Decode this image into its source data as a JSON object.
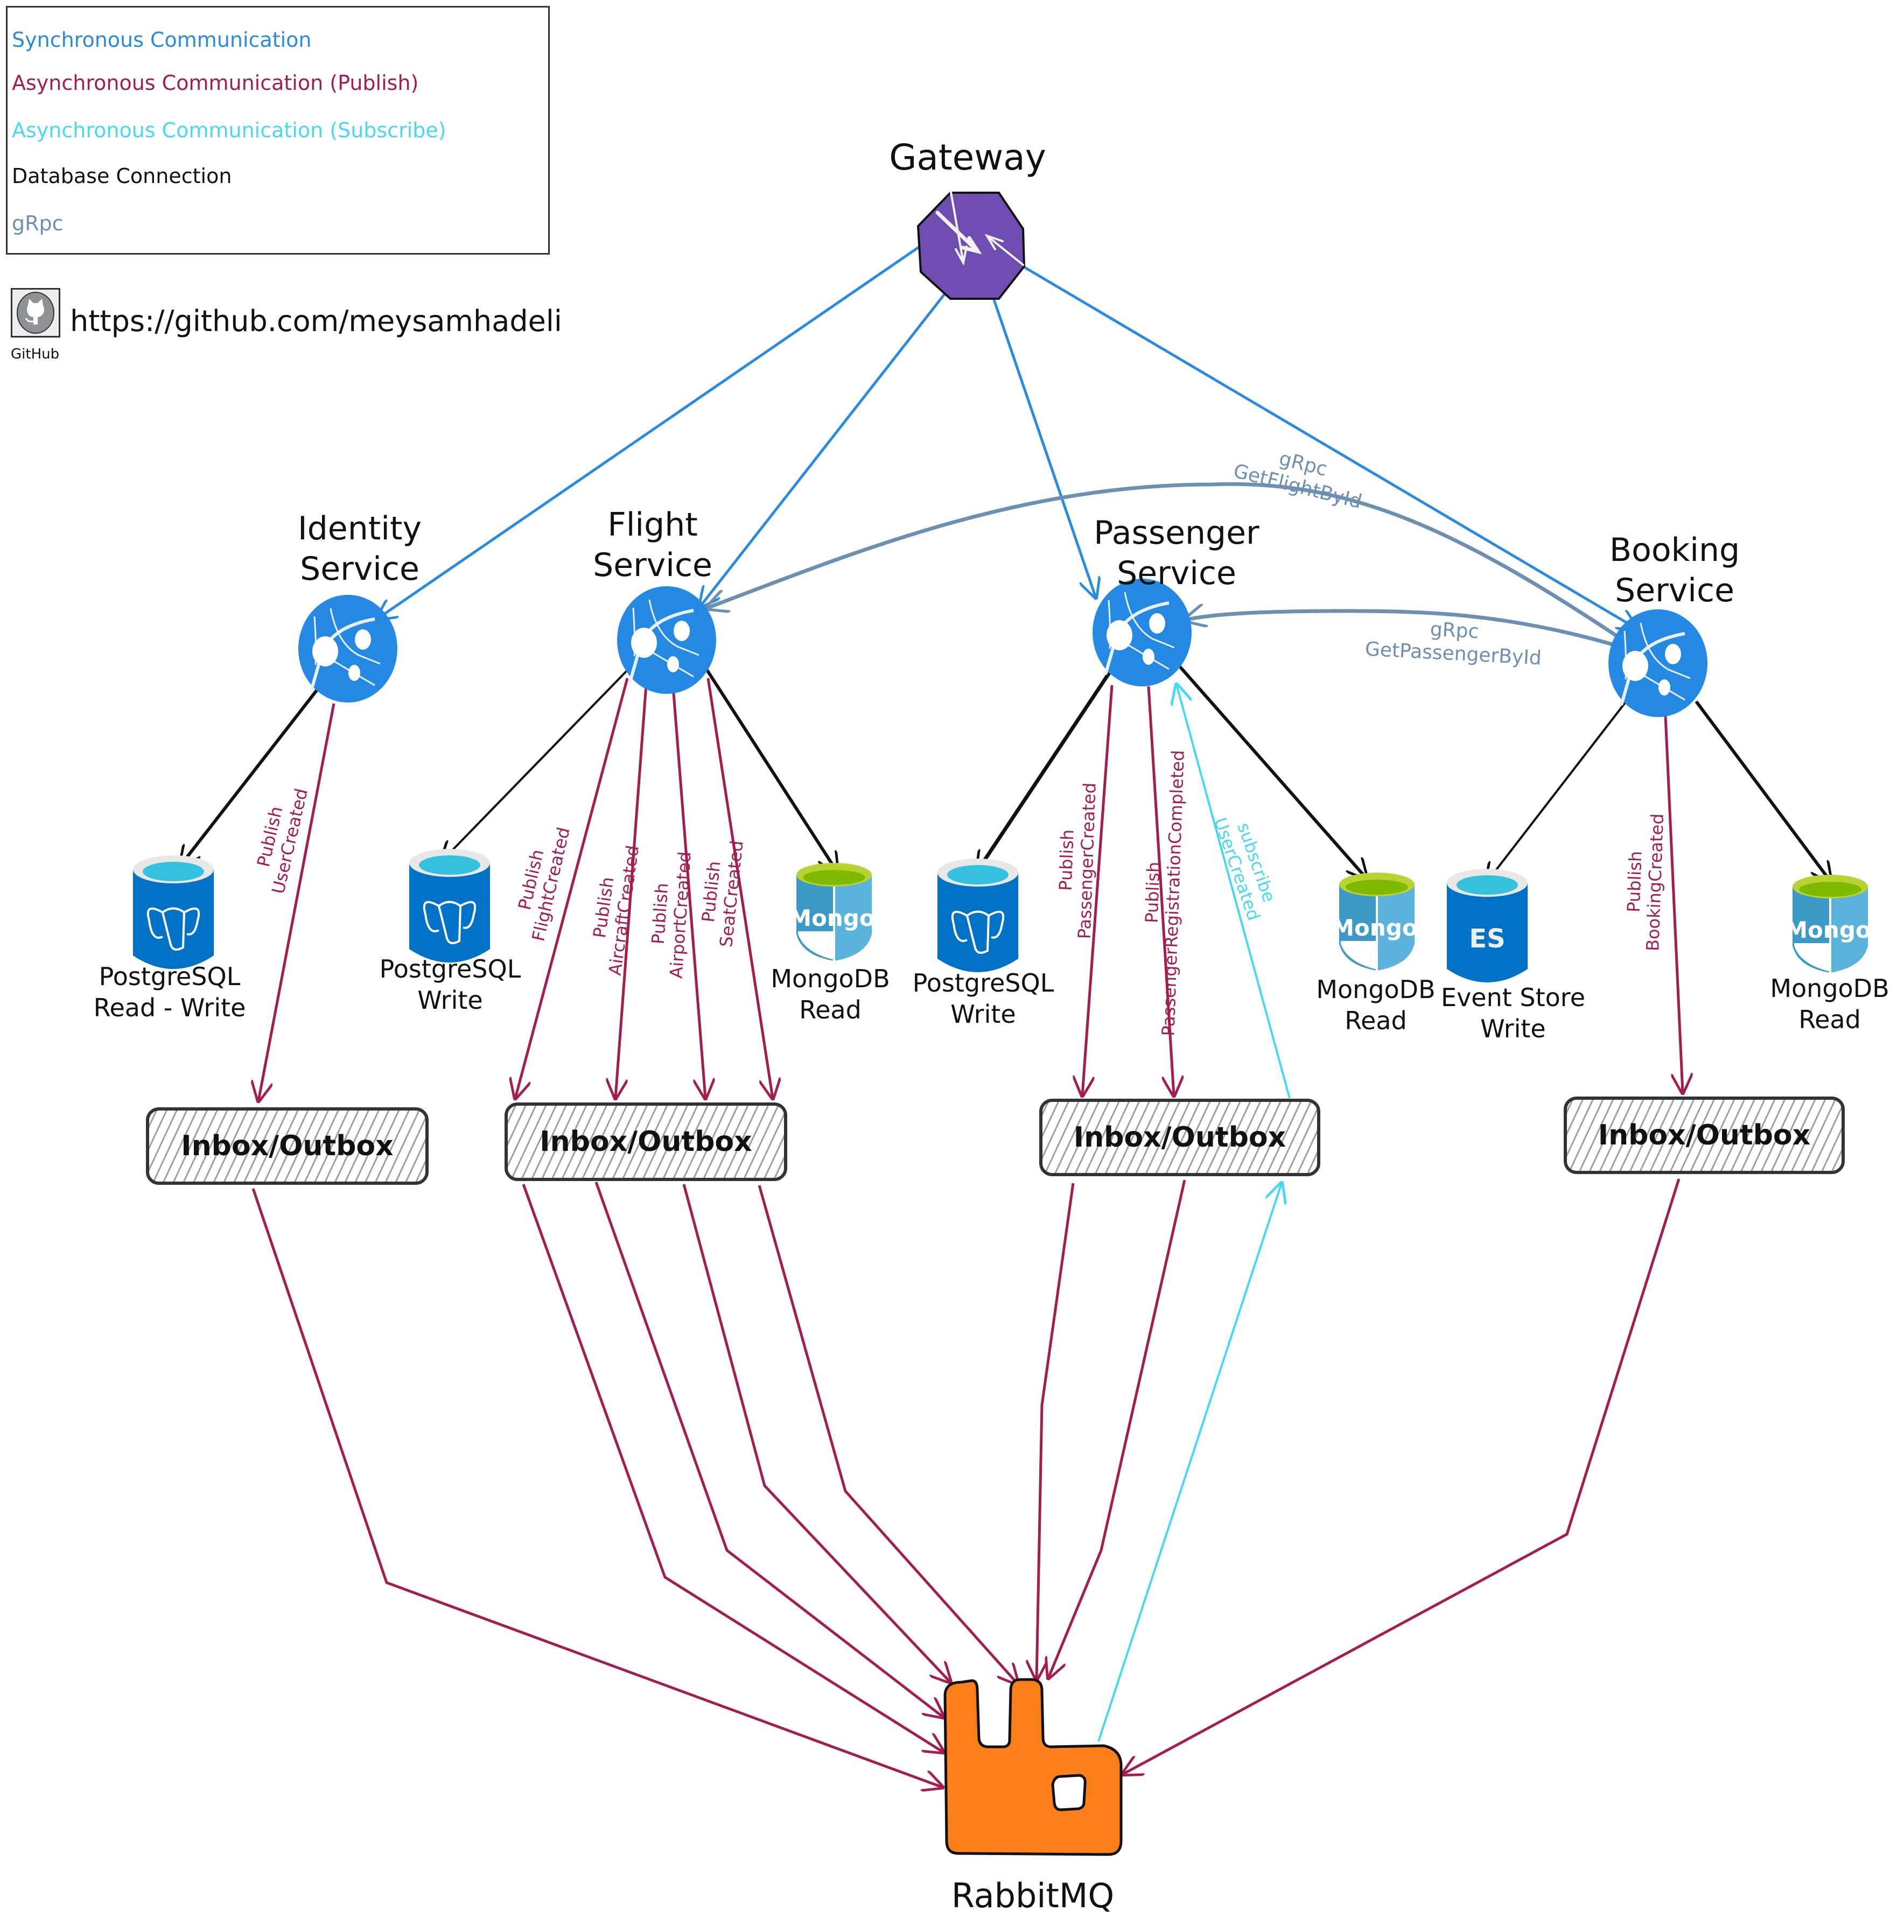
{
  "legend": {
    "items": [
      {
        "label": "Synchronous Communication",
        "text_color": "#2a8ae0",
        "arrow_color": "#6c47c9"
      },
      {
        "label": "Asynchronous Communication (Publish)",
        "text_color": "#a21e4e",
        "arrow_color": "#a21e4e"
      },
      {
        "label": "Asynchronous Communication (Subscribe)",
        "text_color": "#49d7f2",
        "arrow_color": "#49d7f2"
      },
      {
        "label": "Database Connection",
        "text_color": "#111111",
        "arrow_color": "#111111"
      },
      {
        "label": "gRpc",
        "text_color": "#6d8fb2",
        "arrow_color": "#6d8fb2"
      }
    ]
  },
  "github": {
    "caption": "GitHub",
    "url": "https://github.com/meysamhadeli"
  },
  "gateway": {
    "title": "Gateway",
    "color": "#6f4db0"
  },
  "services": {
    "identity": {
      "title_line1": "Identity",
      "title_line2": "Service"
    },
    "flight": {
      "title_line1": "Flight",
      "title_line2": "Service"
    },
    "passenger": {
      "title_line1": "Passenger",
      "title_line2": "Service"
    },
    "booking": {
      "title_line1": "Booking",
      "title_line2": "Service"
    }
  },
  "databases": {
    "identity_postgres": {
      "type": "PostgreSQL",
      "line1": "PostgreSQL",
      "line2": "Read - Write"
    },
    "flight_postgres": {
      "type": "PostgreSQL",
      "line1": "PostgreSQL",
      "line2": "Write"
    },
    "flight_mongo": {
      "type": "MongoDB",
      "line1": "MongoDB",
      "line2": "Read",
      "icon_text": "Mongo"
    },
    "passenger_postgres": {
      "type": "PostgreSQL",
      "line1": "PostgreSQL",
      "line2": "Write"
    },
    "passenger_mongo": {
      "type": "MongoDB",
      "line1": "MongoDB",
      "line2": "Read",
      "icon_text": "Mongo"
    },
    "booking_es": {
      "type": "EventStore",
      "line1": "Event Store",
      "line2": "Write",
      "icon_text": "ES"
    },
    "booking_mongo": {
      "type": "MongoDB",
      "line1": "MongoDB",
      "line2": "Read",
      "icon_text": "Mongo"
    }
  },
  "inbox_outbox_label": "Inbox/Outbox",
  "publish_labels": {
    "identity_user_created": {
      "line1": "Publish",
      "line2": "UserCreated"
    },
    "flight_flight_created": {
      "line1": "Publish",
      "line2": "FlightCreated"
    },
    "flight_aircraft_created": {
      "line1": "Publish",
      "line2": "AircraftCreated"
    },
    "flight_airport_created": {
      "line1": "Publish",
      "line2": "AirportCreated"
    },
    "flight_seat_created": {
      "line1": "Publish",
      "line2": "SeatCreated"
    },
    "passenger_passenger_created": {
      "line1": "Publish",
      "line2": "PassengerCreated"
    },
    "passenger_registration_completed": {
      "line1": "Publish",
      "line2": "PassengerRegistrationCompleted"
    },
    "booking_booking_created": {
      "line1": "Publish",
      "line2": "BookingCreated"
    }
  },
  "subscribe_labels": {
    "passenger_user_created": {
      "line1": "subscribe",
      "line2": "UserCreated"
    }
  },
  "grpc_labels": {
    "get_flight_by_id": {
      "line1": "gRpc",
      "line2": "GetFlightById"
    },
    "get_passenger_by_id": {
      "line1": "gRpc",
      "line2": "GetPassengerById"
    }
  },
  "broker": {
    "label": "RabbitMQ",
    "color": "#fb7f19"
  },
  "colors": {
    "sync": "#2a8ae0",
    "publish": "#a21e4e",
    "subscribe": "#49d7f2",
    "db": "#111111",
    "grpc": "#6d8fb2",
    "service_icon": "#2589e3",
    "postgres_body": "#0072c6",
    "mongo_top": "#b8d432",
    "mongo_body": "#3d99c8"
  }
}
